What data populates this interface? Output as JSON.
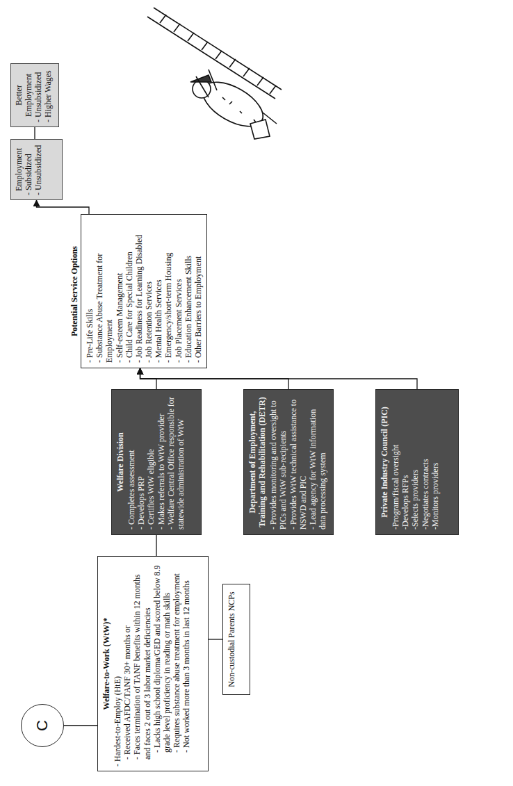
{
  "diagram": {
    "nodes": [
      {
        "text": [
          "C"
        ]
      },
      {
        "text": [
          "Welfare-to-Work (WtW)*",
          "- Hardest-to-Employ (HtE)",
          "- Received AFDC/TANF 30+ months or",
          "- Faces termination of TANF benefits within 12 months and faces 2 out of 3 labor market deficiencies",
          "- Lacks high school diploma/GED and scored below 8.9 grade level proficiency in reading or math skills",
          "- Requires substance abuse treatment for employment",
          "- Not worked more than 3 months in last 12 months"
        ]
      },
      {
        "text": [
          "Non-custodial Parents NCPs"
        ]
      },
      {
        "text": [
          "Welfare Division",
          "- Completes assessment",
          "- Develops PRP",
          "- Certifies WtW eligible",
          "- Makes referrals to WtW provider",
          "- Welfare Central Office responsible for statewide administration of WtW"
        ]
      },
      {
        "text": [
          "Department of Employment, Training and Rehabilitation (DETR)",
          "- Provides monitoring and oversight to PICs and WtW sub-recipients",
          "- Provides WtW technical assistance to NSWD and PIC",
          "- Lead agency for WtW information data processing system"
        ]
      },
      {
        "text": [
          "Private Industry Council (PIC)",
          "-Program/fiscal oversight",
          "-Develops RFPs",
          "-Selects providers",
          "-Negotiates contracts",
          "-Monitors providers"
        ]
      },
      {
        "text": [
          "Potential Service Options",
          "- Pre-Life Skills",
          "- Substance Abuse Treatment for Employment",
          "- Self-esteem Management",
          "- Child Care for Special Children",
          "- Job Readiness for Learning Disabled",
          "- Job Retention Services",
          "- Mental Health Services",
          "- Emergency/short-term Housing",
          "- Job Placement Services",
          "- Education Enhancement Skills",
          "- Other Barriers to Employment"
        ]
      },
      {
        "text": [
          "Employment",
          "- Subsidized",
          "- Unsubsidized"
        ]
      },
      {
        "text": [
          "Better Employment",
          "- Unsubsidized",
          "- Higher Wages"
        ]
      }
    ],
    "edges": [
      {
        "from": 0,
        "to": 1,
        "arrow": "none"
      },
      {
        "from": 1,
        "to": 2,
        "arrow": "none"
      },
      {
        "from": 1,
        "to": 3,
        "arrow": "none"
      },
      {
        "from": 3,
        "to": 6,
        "arrow": "to"
      },
      {
        "from": 4,
        "to": 6,
        "arrow": "to"
      },
      {
        "from": 5,
        "to": 6,
        "arrow": "to"
      },
      {
        "from": 6,
        "to": 7,
        "arrow": "to"
      },
      {
        "from": 7,
        "to": 8,
        "arrow": "none"
      }
    ]
  }
}
